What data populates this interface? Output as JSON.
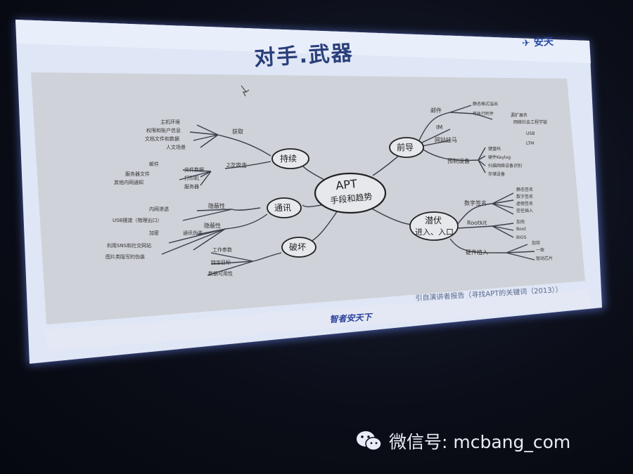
{
  "slide": {
    "title": "对手.武器",
    "logo": "安天",
    "footer_note": "引自演讲者报告（寻找APT的关键词（2013））",
    "footer_brand": "智者安天下"
  },
  "mindmap": {
    "center": {
      "line1": "APT",
      "line2": "手段和趋势"
    },
    "branches": [
      {
        "name": "前导",
        "items": [
          "邮件",
          "IM",
          "网站挂马",
          "预制设备"
        ],
        "details": [
          "静态格式溢出",
          "可执行附件",
          "漏扩展名",
          "网络社会工程学链",
          "USB",
          "LTM",
          "键盘码",
          "硬件Keylog",
          "扫描网络设备识别",
          "存储设备"
        ]
      },
      {
        "name": "持续",
        "items": [
          "获取",
          "2次攻击"
        ],
        "details": [
          "主机环境",
          "权限和账户信息",
          "文档文件和数据",
          "人文场景",
          "邮件",
          "服务器文件",
          "文件数据",
          "打印机",
          "服务器",
          "其他内网通知"
        ]
      },
      {
        "name": "潜伏",
        "line2": "进入、入口",
        "items": [
          "数字签名",
          "Rootkit",
          "硬件植入"
        ],
        "details": [
          "静态签名",
          "数字签名",
          "虚假签名",
          "信任插入",
          "加壳",
          "Boot",
          "BIOS",
          "加持",
          "一致",
          "驱动芯片"
        ]
      },
      {
        "name": "通讯",
        "items": [
          "隐蔽性",
          "隐蔽性"
        ],
        "details": [
          "内网渗透",
          "USB摆渡（物理出口）",
          "加密",
          "通讯伪装",
          "利用SNS和社交网站",
          "图片类隐写的伪装"
        ]
      },
      {
        "name": "破坏",
        "items": [
          "工作参数",
          "特定目标",
          "数据可用性"
        ]
      }
    ]
  },
  "watermark": {
    "text": "微信号: mcbang_com",
    "icon": "wechat-icon"
  }
}
